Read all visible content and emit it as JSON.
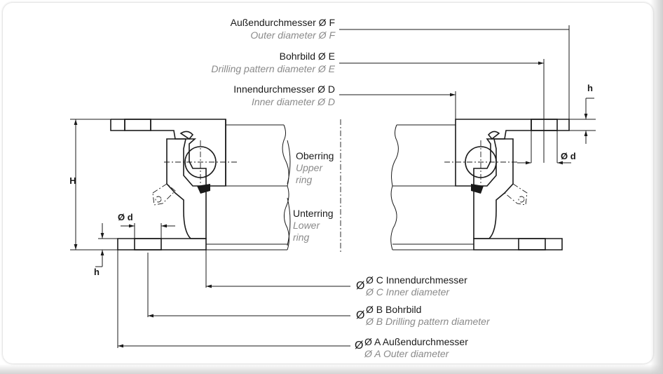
{
  "labels": {
    "outer_d_de": "Außendurchmesser Ø F",
    "outer_d_en": "Outer diameter Ø F",
    "drill_de": "Bohrbild Ø E",
    "drill_en": "Drilling pattern diameter Ø E",
    "inner_d_de": "Innendurchmesser Ø D",
    "inner_d_en": "Inner diameter Ø D",
    "upper_de": "Oberring",
    "upper_en_1": "Upper",
    "upper_en_2": "ring",
    "lower_de": "Unterring",
    "lower_en_1": "Lower",
    "lower_en_2": "ring",
    "c_de": "Ø C Innendurchmesser",
    "c_en": "Ø C Inner diameter",
    "b_de": "Ø B Bohrbild",
    "b_en": "Ø B Drilling pattern diameter",
    "a_de": "Ø A Außendurchmesser",
    "a_en": "Ø A Outer diameter",
    "h_big": "H",
    "h_small_left": "h",
    "h_small_right": "h",
    "d_left": "Ø d",
    "d_right": "Ø d",
    "phi": "Ø"
  },
  "colors": {
    "line": "#1a1a1a",
    "english": "#8a8a8a",
    "background": "#ffffff"
  }
}
